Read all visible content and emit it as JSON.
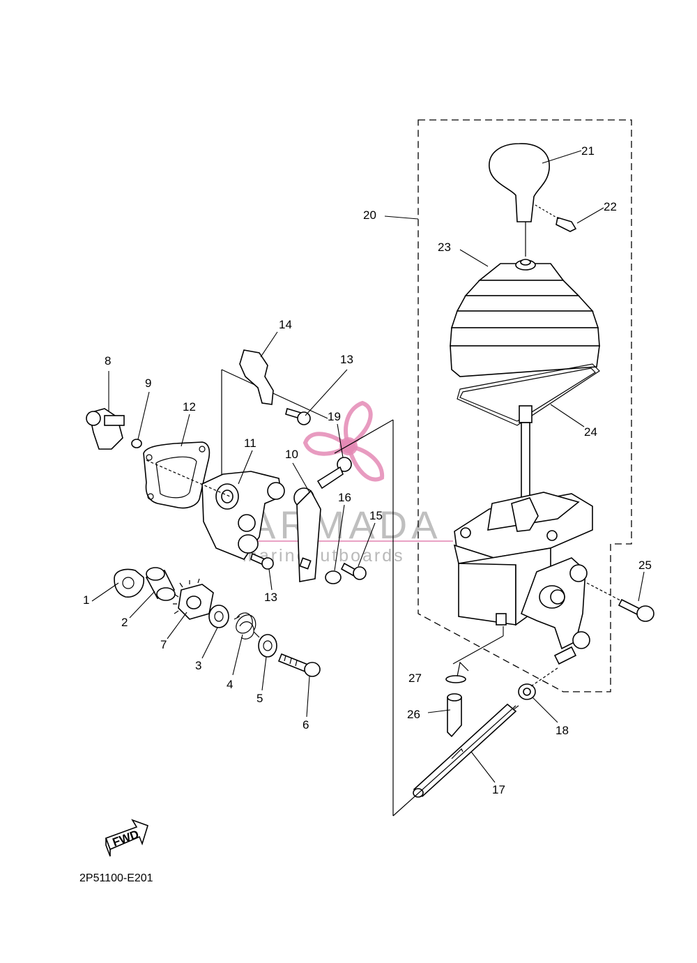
{
  "diagram_code": "2P51100-E201",
  "fwd_label": "FWD",
  "watermark": {
    "brand": "ARMADA",
    "tagline": "marineoutboards",
    "brand_color": "#e48ab5"
  },
  "callouts": [
    "1",
    "2",
    "3",
    "4",
    "5",
    "6",
    "7",
    "8",
    "9",
    "10",
    "11",
    "12",
    "13",
    "13",
    "14",
    "15",
    "16",
    "17",
    "18",
    "19",
    "20",
    "21",
    "22",
    "23",
    "24",
    "25",
    "26",
    "27"
  ]
}
